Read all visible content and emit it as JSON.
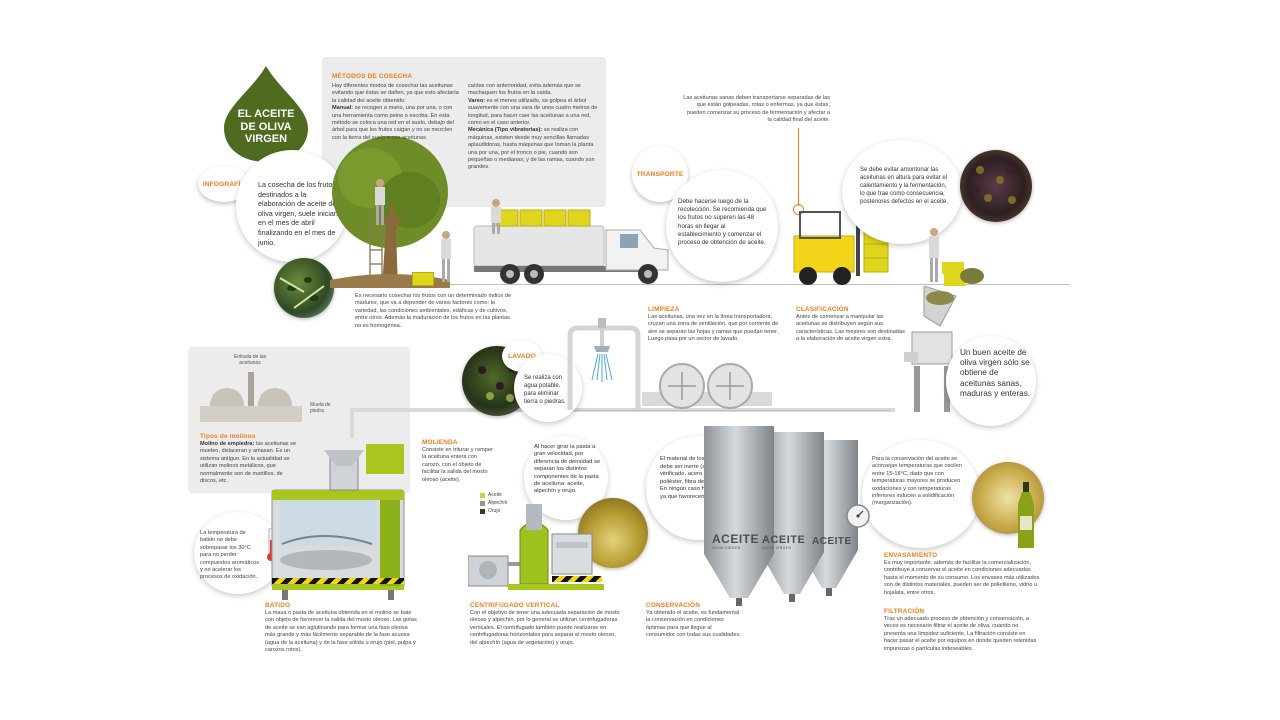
{
  "title": {
    "line1": "EL ACEITE",
    "line2": "DE OLIVA",
    "line3": "VIRGEN"
  },
  "tags": {
    "infografia": "INFOGRAFÍA",
    "transporte": "TRANSPORTE",
    "lavado": "LAVADO"
  },
  "intro": {
    "text": "La cosecha de los frutos destinados a la elaboración de aceite de oliva virgen, suele iniciarse en el mes de abril finalizando en el mes de junio."
  },
  "metodos": {
    "heading": "MÉTODOS DE COSECHA",
    "intro": "Hay diferentes modos de cosechar las aceitunas evitando que éstas se dañen, ya que esto afectaría la calidad del aceite obtenido:",
    "manual_label": "Manual:",
    "manual_text": "se recogen a mano, una por una, o con una herramienta como peine o escoba. En esta método se coloca una red en el suelo, debajo del árbol para que los frutos caigan y no se mezclen con la tierra del suelo o con aceitunas",
    "col2_intro": "caídas con anterioridad, evita además que se machaquen los frutos en la caída.",
    "vareo_label": "Vareo:",
    "vareo_text": "es el menos utilizado, se golpea el árbol suavemente con una vara de unos cuatro metros de longitud, para hacer caer las aceitunas a una red, como en el caso anterior.",
    "mecanica_label": "Mecánica (Tipo vibratorias):",
    "mecanica_text": "se realiza con máquinas, existen desde muy sencillas llamadas aplaudidoras, hasta máquinas que toman la planta una por una, por el tronco o pie, cuando son pequeñas o medianas; y de las ramas, cuando son grandes."
  },
  "madurez": {
    "text": "Es necesario cosechar los frutos con un determinado índice de madurez, que va a depender de varios factores como: la variedad, las condiciones ambientales, edáficas y de cultivos, entre otros. Además la maduración de los frutos en las plantas no es homogénea."
  },
  "transporte": {
    "top_note": "Las aceitunas sanas deben transportarse separadas de las que están golpeadas, rotas o enfermas, ya que éstas, pueden comenzar su proceso de fermentación y afectar a la calidad final del aceite.",
    "bubble": "Debe hacerse luego de la recolección. Se recomienda que los frutos no superen las 48 horas en llegar al establecimiento y comenzar el proceso de obtención de aceite."
  },
  "amontonar": {
    "text": "Se debe evitar amontonar las aceitunas en altura para evitar el calentamiento y la fermentación, lo que trae como consecuencia, posteriores defectos en el aceite."
  },
  "limpieza": {
    "heading": "LIMPIEZA",
    "text": "Las aceitunas, una vez en la línea transportadora, cruzan una zona de ventilación, que por corriente de aire se separan las hojas y ramas que puedan tener. Luego pasa por un sector de lavado."
  },
  "clasificacion": {
    "heading": "CLASIFICACIÓN",
    "text": "Antes de comenzar a manipular las aceitunas se distribuyen según sus características. Las mejores son destinadas a la elaboración de aceite virgen extra."
  },
  "buen_aceite": {
    "text": "Un buen aceite de oliva virgen sólo se obtiene de aceitunas sanas, maduras y enteras."
  },
  "lavado": {
    "text": "Se realiza con agua potable, para eliminar tierra o piedras."
  },
  "molinos": {
    "label_entrada": "Entrada de las aceitunas",
    "label_muela": "Muela de piedra",
    "heading": "Tipos de molinos",
    "text_label": "Molino de empiedra:",
    "text": "las aceitunas se muelen, dislaceran y amasan. Es un sistema antiguo. En la actualidad se utilizan molinos metálicos, que normalmente son de martillos, de discos, etc."
  },
  "molienda": {
    "heading": "MOLIENDA",
    "text": "Consiste en triturar y romper la aceituna entera con carozo, con el objeto de facilitar la salida del mosto oleoso (aceite)."
  },
  "centrifugado_bubble": {
    "text": "Al hacer girar la pasta a gran velocidad, por diferencia de densidad se separan los distintos componentes de la pasta de aceituna: aceite, alpechín y orujo."
  },
  "legend": {
    "items": [
      {
        "label": "Aceite",
        "color": "#d8c84a"
      },
      {
        "label": "Alpechín",
        "color": "#8d9b8f"
      },
      {
        "label": "Orujo",
        "color": "#3a3a2a"
      }
    ]
  },
  "material": {
    "text": "El material de los depósitos debe ser inerte (azulejo vitrificado, acero inoxidable, poliéster, fibra de vidrio, etc.). En ningún caso hierro o cobre, ya que favorecen la oxidación."
  },
  "conservacion_temp": {
    "text": "Para la conservación del aceite se aconsejan temperaturas que oscilen entre 15-18°C, dado que con temperaturas mayores se producen oxidaciones y con temperaturas inferiores inducen a solidificación (margarización)."
  },
  "temperatura": {
    "text": "La temperatura de batido no debe sobrepasar los 30°C para no perder compuestos aromáticos y no acelerar los procesos de oxidación."
  },
  "batido": {
    "heading": "BATIDO",
    "text": "La masa o pasta de aceituna obtenida en el molino se bate con objeto de favorecer la salida del mosto oleoso. Las gotas de aceite se van aglutinando para formar una fase oleosa más grande y más fácilmente separable de la fase acuosa (agua de la aceituna) y de la fase sólida u orujo (piel, pulpa y carozos rotos)."
  },
  "centrifugado": {
    "heading": "CENTRIFUGADO VERTICAL",
    "text": "Con el objetivo de tener una adecuada separación de mosto oleoso y alpechín, por lo general se utilizan centrifugadoras verticales. El centrifugado también puede realizarse en centrifugadoras horizontales para separar el mosto oleoso, del alpechín (agua de vegetación) y orujo."
  },
  "conservacion": {
    "heading": "CONSERVACIÓN",
    "text": "Ya obtenido el aceite, es fundamental la conservación en condiciones óptimas para que llegue al consumidor con todas sus cualidades."
  },
  "tanks": {
    "label": "ACEITE",
    "sublabel": "OLIVA VIRGEN"
  },
  "envasamiento": {
    "heading": "ENVASAMIENTO",
    "text": "Es muy importante, además de facilitar la comercialización, contribuye a conservar el aceite en condiciones adecuadas hasta el momento de su consumo. Los envases más utilizados son de distintos materiales, pueden ser de polietileno, vidrio u hojalata, entre otros."
  },
  "filtracion": {
    "heading": "FILTRACIÓN",
    "text": "Tras un adecuado proceso de obtención y conservación, a veces es necesario filtrar el aceite de oliva, cuando no presenta una limpidez suficiente. La filtración consiste en hacer pasar el aceite por equipos en donde queden retenidas impurezas o partículas indeseables."
  },
  "colors": {
    "orange": "#f07d1a",
    "green_dark": "#4f6b1f",
    "green_light": "#a9c61f",
    "steel": "#9da3a8",
    "yellow": "#e0d21e"
  }
}
